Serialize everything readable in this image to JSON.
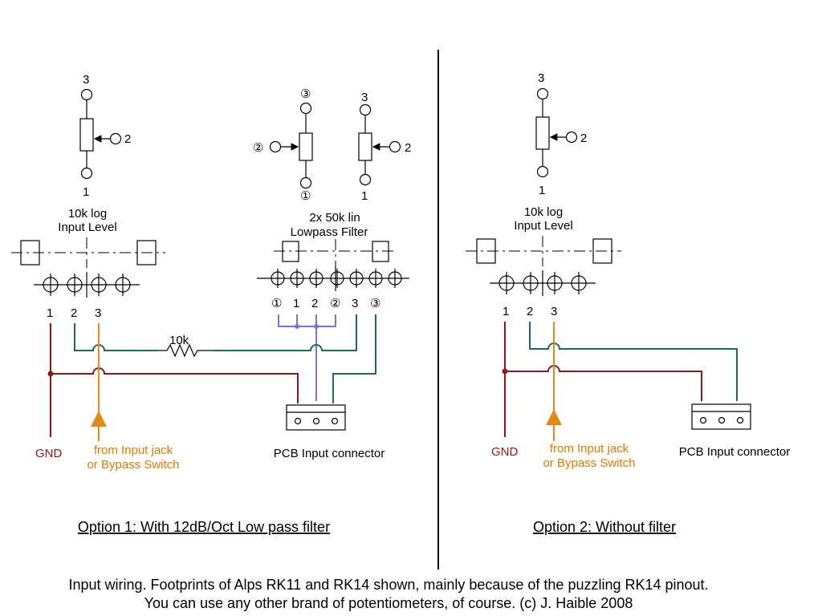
{
  "colors": {
    "ground_wire": "#8b1a1a",
    "signal_wire": "#1e6b56",
    "input_wire": "#e08a1a",
    "wiper_link": "#7a74d6"
  },
  "option1": {
    "pot_left": {
      "pin_top": "3",
      "pin_wiper": "2",
      "pin_bottom": "1",
      "value": "10k log",
      "name": "Input Level"
    },
    "dual_pot": {
      "a": {
        "pin_top": "③",
        "pin_wiper": "②",
        "pin_bottom": "①"
      },
      "b": {
        "pin_top": "3",
        "pin_wiper": "2",
        "pin_bottom": "1"
      },
      "value": "2x 50k lin",
      "name": "Lowpass Filter"
    },
    "left_footprint_pins": [
      "1",
      "2",
      "3"
    ],
    "right_footprint_pins": [
      "①",
      "1",
      "2",
      "②",
      "3",
      "③"
    ],
    "resistor": "10k",
    "gnd": "GND",
    "input_line1": "from Input jack",
    "input_line2": "or Bypass Switch",
    "connector": "PCB Input connector",
    "title": "Option 1: With 12dB/Oct Low pass filter"
  },
  "option2": {
    "pot": {
      "pin_top": "3",
      "pin_wiper": "2",
      "pin_bottom": "1",
      "value": "10k log",
      "name": "Input Level"
    },
    "footprint_pins": [
      "1",
      "2",
      "3"
    ],
    "gnd": "GND",
    "input_line1": "from Input jack",
    "input_line2": "or Bypass Switch",
    "connector": "PCB Input connector",
    "title": "Option 2: Without filter"
  },
  "caption": {
    "line1": "Input wiring. Footprints of Alps RK11 and RK14 shown, mainly because of the puzzling RK14 pinout.",
    "line2": "You can use any other brand of potentiometers, of course. (c) J. Haible 2008"
  }
}
